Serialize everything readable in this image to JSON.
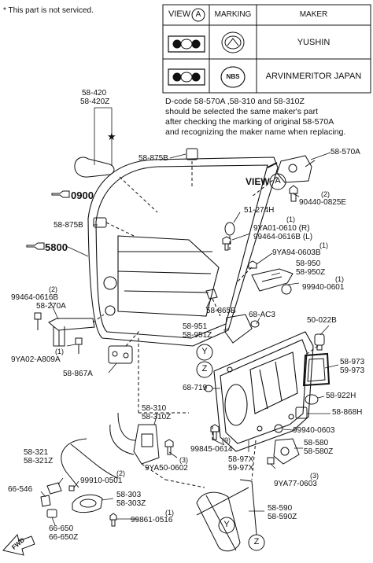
{
  "note_not_serviced": "* This part is not serviced.",
  "table": {
    "col_view": "VIEW",
    "col_view_letter": "A",
    "col_marking": "MARKING",
    "col_maker": "MAKER",
    "marking_nbs": "NBS",
    "rows": [
      {
        "maker": "YUSHIN"
      },
      {
        "maker": "ARVINMERITOR JAPAN"
      }
    ]
  },
  "dcode_note": [
    "D-code 58-570A ,58-310  and  58-310Z",
    "should be selected the same maker's part",
    "after checking the marking of original  58-570A",
    "and recognizing the maker name when replacing."
  ],
  "view_a_callout": "VIEW",
  "view_a_letter": "A",
  "callout_y": "Y",
  "callout_z": "Z",
  "fwd_label": "FWD",
  "star_mark": "★",
  "parts": {
    "p_58_420": "58-420",
    "p_58_420z": "58-420Z",
    "p_58_875b_top": "58-875B",
    "p_0900": "0900",
    "p_58_875b_left": "58-875B",
    "p_5800": "5800",
    "p_58_570a": "58-570A",
    "p_90440": "90440-0825E",
    "p_90440_qty": "(2)",
    "p_51_274h": "51-274H",
    "p_9ya01_qty": "(1)",
    "p_9ya01": "9YA01-0610 (R)",
    "p_99464_l": "99464-0616B (L)",
    "p_9ya94_qty": "(1)",
    "p_9ya94": "9YA94-0603B",
    "p_58_950": "58-950",
    "p_58_950z": "58-950Z",
    "p_99940_qty_top": "(1)",
    "p_99940_top": "99940-0601",
    "p_99464_qty_left": "(2)",
    "p_99464_left": "99464-0616B",
    "p_58_270a": "58-270A",
    "p_9ya02_qty": "(1)",
    "p_9ya02": "9YA02-A809A",
    "p_58_865b": "58-865B",
    "p_68_ac3": "68-AC3",
    "p_50_022b": "50-022B",
    "p_58_951": "58-951",
    "p_58_951z": "58-951Z",
    "p_58_973": "58-973",
    "p_59_973": "59-973",
    "p_58_867a": "58-867A",
    "p_68_719": "68-719",
    "p_58_922h": "58-922H",
    "p_58_868h": "58-868H",
    "p_58_310": "58-310",
    "p_58_310z": "58-310Z",
    "p_99940_0603": "99940-0603",
    "p_99845_qty": "(9)",
    "p_99845": "99845-0614",
    "p_58_580": "58-580",
    "p_58_580z": "58-580Z",
    "p_58_321": "58-321",
    "p_58_321z": "58-321Z",
    "p_9ya50_qty": "(3)",
    "p_9ya50": "9YA50-0602",
    "p_58_97x": "58-97X",
    "p_59_97x": "59-97X",
    "p_99910_qty": "(2)",
    "p_99910": "99910-0501",
    "p_9ya77_qty": "(3)",
    "p_9ya77": "9YA77-0603",
    "p_66_546": "66-546",
    "p_58_303": "58-303",
    "p_58_303z": "58-303Z",
    "p_58_590": "58-590",
    "p_58_590z": "58-590Z",
    "p_99861_qty": "(1)",
    "p_99861": "99861-0516",
    "p_66_650": "66-650",
    "p_66_650z": "66-650Z"
  }
}
